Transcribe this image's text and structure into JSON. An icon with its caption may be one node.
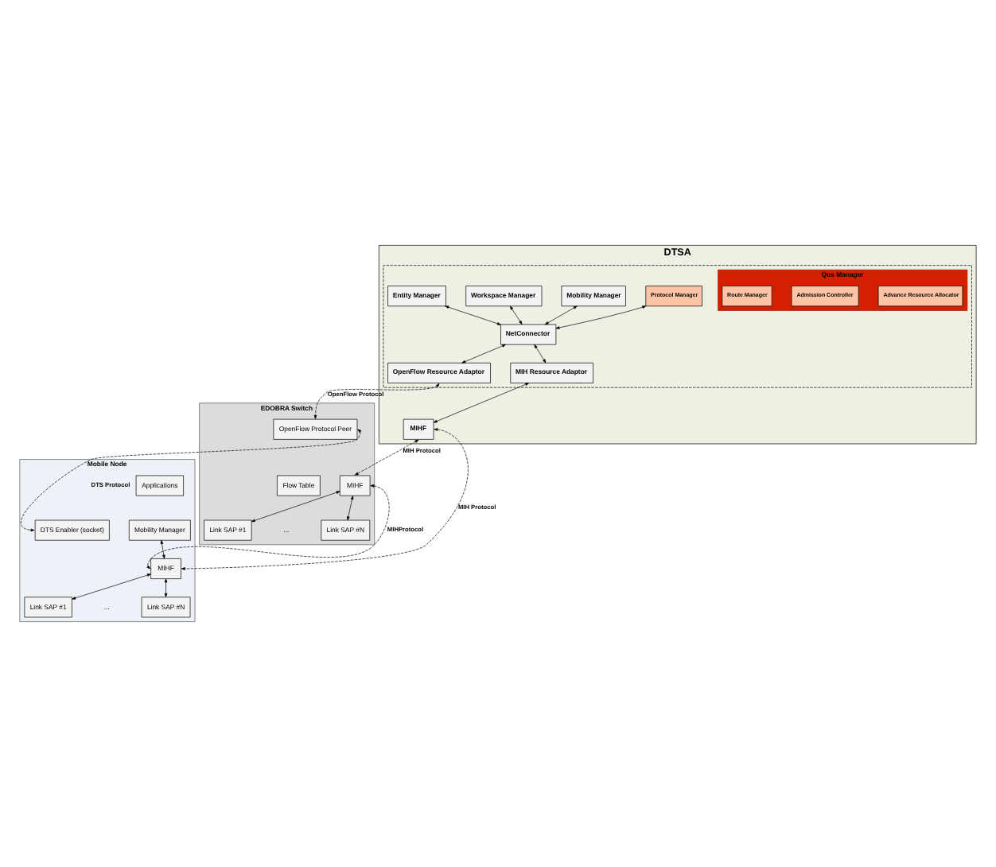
{
  "diagram": {
    "nodes": [
      {
        "text": [
          "DTSA"
        ]
      },
      {
        "text": [],
        "shape": "box",
        "in": 0
      },
      {
        "text": [
          "Entity Manager"
        ],
        "in": 1
      },
      {
        "text": [
          "Workspace Manager"
        ],
        "in": 1
      },
      {
        "text": [
          "Mobility Manager"
        ],
        "in": 1
      },
      {
        "text": [
          "Qos Manager"
        ],
        "in": 1
      },
      {
        "text": [
          "Protocol Manager"
        ],
        "in": 1
      },
      {
        "text": [
          "Route Manager"
        ],
        "in": 5
      },
      {
        "text": [
          "Admission Controller"
        ],
        "in": 5
      },
      {
        "text": [
          "Advance Resource Allocator"
        ],
        "in": 5
      },
      {
        "text": [
          "NetConnector"
        ],
        "in": 1
      },
      {
        "text": [
          "OpenFlow Resource Adaptor"
        ],
        "in": 1
      },
      {
        "text": [
          "MIH Resource Adaptor"
        ],
        "in": 1
      },
      {
        "text": [
          "MIHF"
        ],
        "in": 0
      },
      {
        "text": [
          "EDOBRA Switch"
        ]
      },
      {
        "text": [
          "OpenFlow Protocol Peer"
        ],
        "in": 14
      },
      {
        "text": [
          "Flow Table"
        ],
        "in": 14
      },
      {
        "text": [
          "MIHF"
        ],
        "in": 14
      },
      {
        "text": [
          "Link SAP #1"
        ],
        "in": 14
      },
      {
        "text": [
          "Link SAP #N"
        ],
        "in": 14
      },
      {
        "text": [
          "Mobile Node"
        ]
      },
      {
        "text": [
          "Applications"
        ],
        "in": 20
      },
      {
        "text": [
          "DTS Enabler (socket)"
        ],
        "in": 20
      },
      {
        "text": [
          "Mobility Manager"
        ],
        "in": 20
      },
      {
        "text": [
          "MIHF"
        ],
        "in": 20
      },
      {
        "text": [
          "Link SAP #1"
        ],
        "in": 20
      },
      {
        "text": [
          "Link SAP #N"
        ],
        "in": 20
      }
    ],
    "edges": [
      {
        "from": 2,
        "to": 10,
        "arrow": "both"
      },
      {
        "from": 3,
        "to": 10,
        "arrow": "both"
      },
      {
        "from": 4,
        "to": 10,
        "arrow": "both"
      },
      {
        "from": 6,
        "to": 10,
        "arrow": "both"
      },
      {
        "from": 10,
        "to": 11,
        "arrow": "both"
      },
      {
        "from": 10,
        "to": 12,
        "arrow": "both"
      },
      {
        "from": 12,
        "to": 13,
        "arrow": "both"
      },
      {
        "from": 11,
        "to": 15,
        "arrow": "both",
        "style": "dashed",
        "label": "OpenFlow Protocol"
      },
      {
        "from": 13,
        "to": 17,
        "arrow": "both",
        "style": "dashed",
        "label": "MIH Protocol"
      },
      {
        "from": 13,
        "to": 24,
        "arrow": "both",
        "style": "dashed",
        "label": "MIH Protocol"
      },
      {
        "from": 15,
        "to": 22,
        "arrow": "both",
        "style": "dashed",
        "label": "DTS Protocol"
      },
      {
        "from": 17,
        "to": 24,
        "arrow": "both",
        "style": "dashed",
        "label": "MIHProtocol"
      },
      {
        "from": 23,
        "to": 24,
        "arrow": "both"
      },
      {
        "from": 17,
        "to": 18,
        "arrow": "both"
      },
      {
        "from": 17,
        "to": 19,
        "arrow": "both"
      },
      {
        "from": 24,
        "to": 25,
        "arrow": "both"
      },
      {
        "from": 24,
        "to": 26,
        "arrow": "both"
      }
    ],
    "labels": [
      "...",
      "..."
    ]
  }
}
